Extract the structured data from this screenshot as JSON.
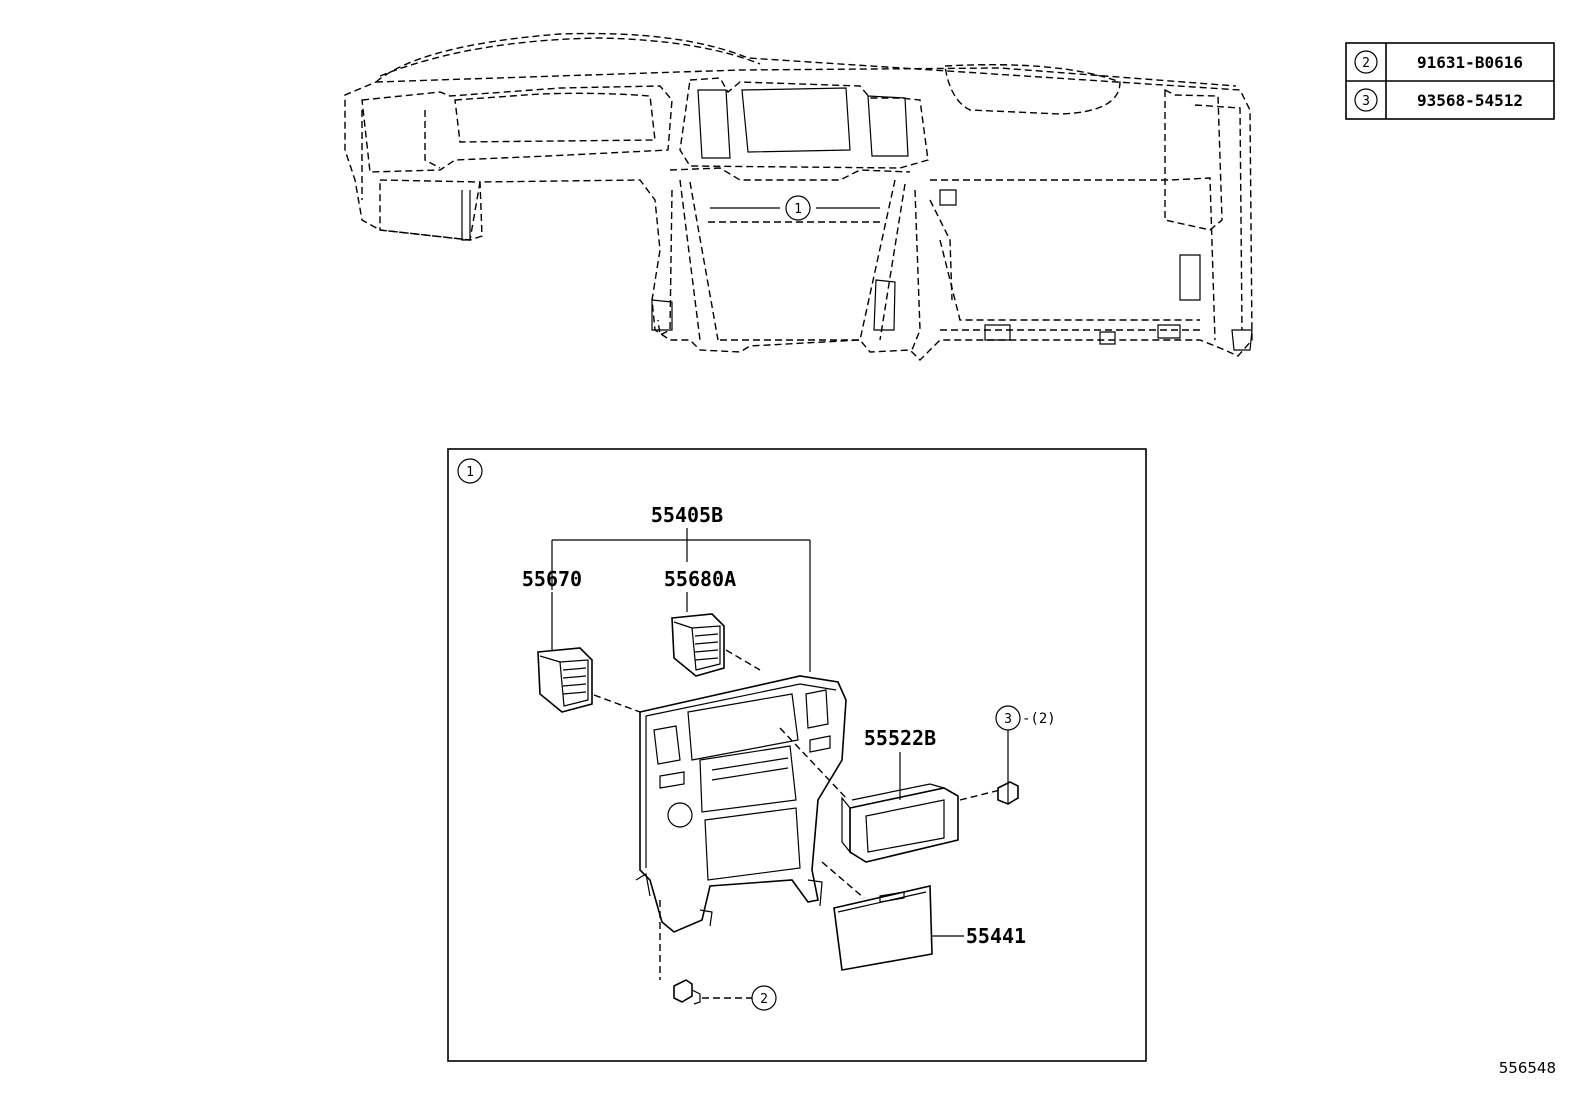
{
  "reference_table": [
    {
      "callout": "2",
      "part_number": "91631-B0616"
    },
    {
      "callout": "3",
      "part_number": "93568-54512"
    }
  ],
  "overview": {
    "callout": "1"
  },
  "detail": {
    "callout": "1",
    "parts": {
      "p55405B": "55405B",
      "p55670": "55670",
      "p55680A": "55680A",
      "p55522B": "55522B",
      "p55441": "55441"
    },
    "fasteners": [
      {
        "callout": "3",
        "qty": "-(2)"
      },
      {
        "callout": "2",
        "qty": ""
      }
    ]
  },
  "figure_id": "556548"
}
